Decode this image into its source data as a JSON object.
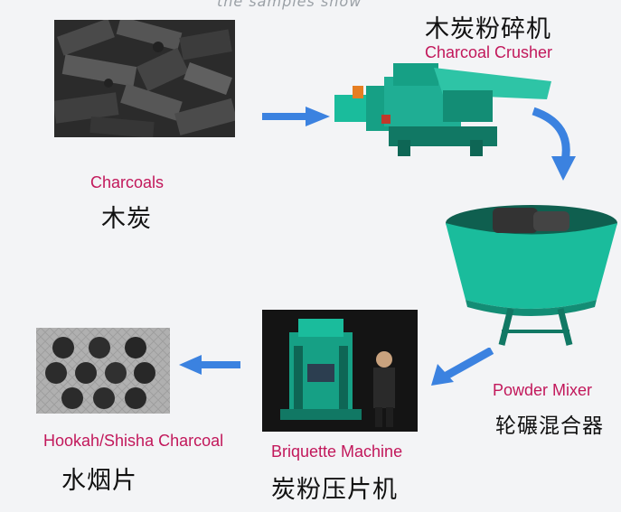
{
  "header": {
    "caption": "the samples show"
  },
  "steps": {
    "charcoals": {
      "label_en": "Charcoals",
      "label_cn": "木炭"
    },
    "crusher": {
      "label_en": "Charcoal Crusher",
      "label_cn": "木炭粉碎机"
    },
    "mixer": {
      "label_en": "Powder Mixer",
      "label_cn": "轮碾混合器"
    },
    "briquette": {
      "label_en": "Briquette Machine",
      "label_cn": "炭粉压片机"
    },
    "hookah": {
      "label_en": "Hookah/Shisha Charcoal",
      "label_cn": "水烟片"
    }
  },
  "colors": {
    "label_accent": "#c2185b",
    "arrow": "#3b82e0",
    "machine_teal": "#16a085"
  }
}
